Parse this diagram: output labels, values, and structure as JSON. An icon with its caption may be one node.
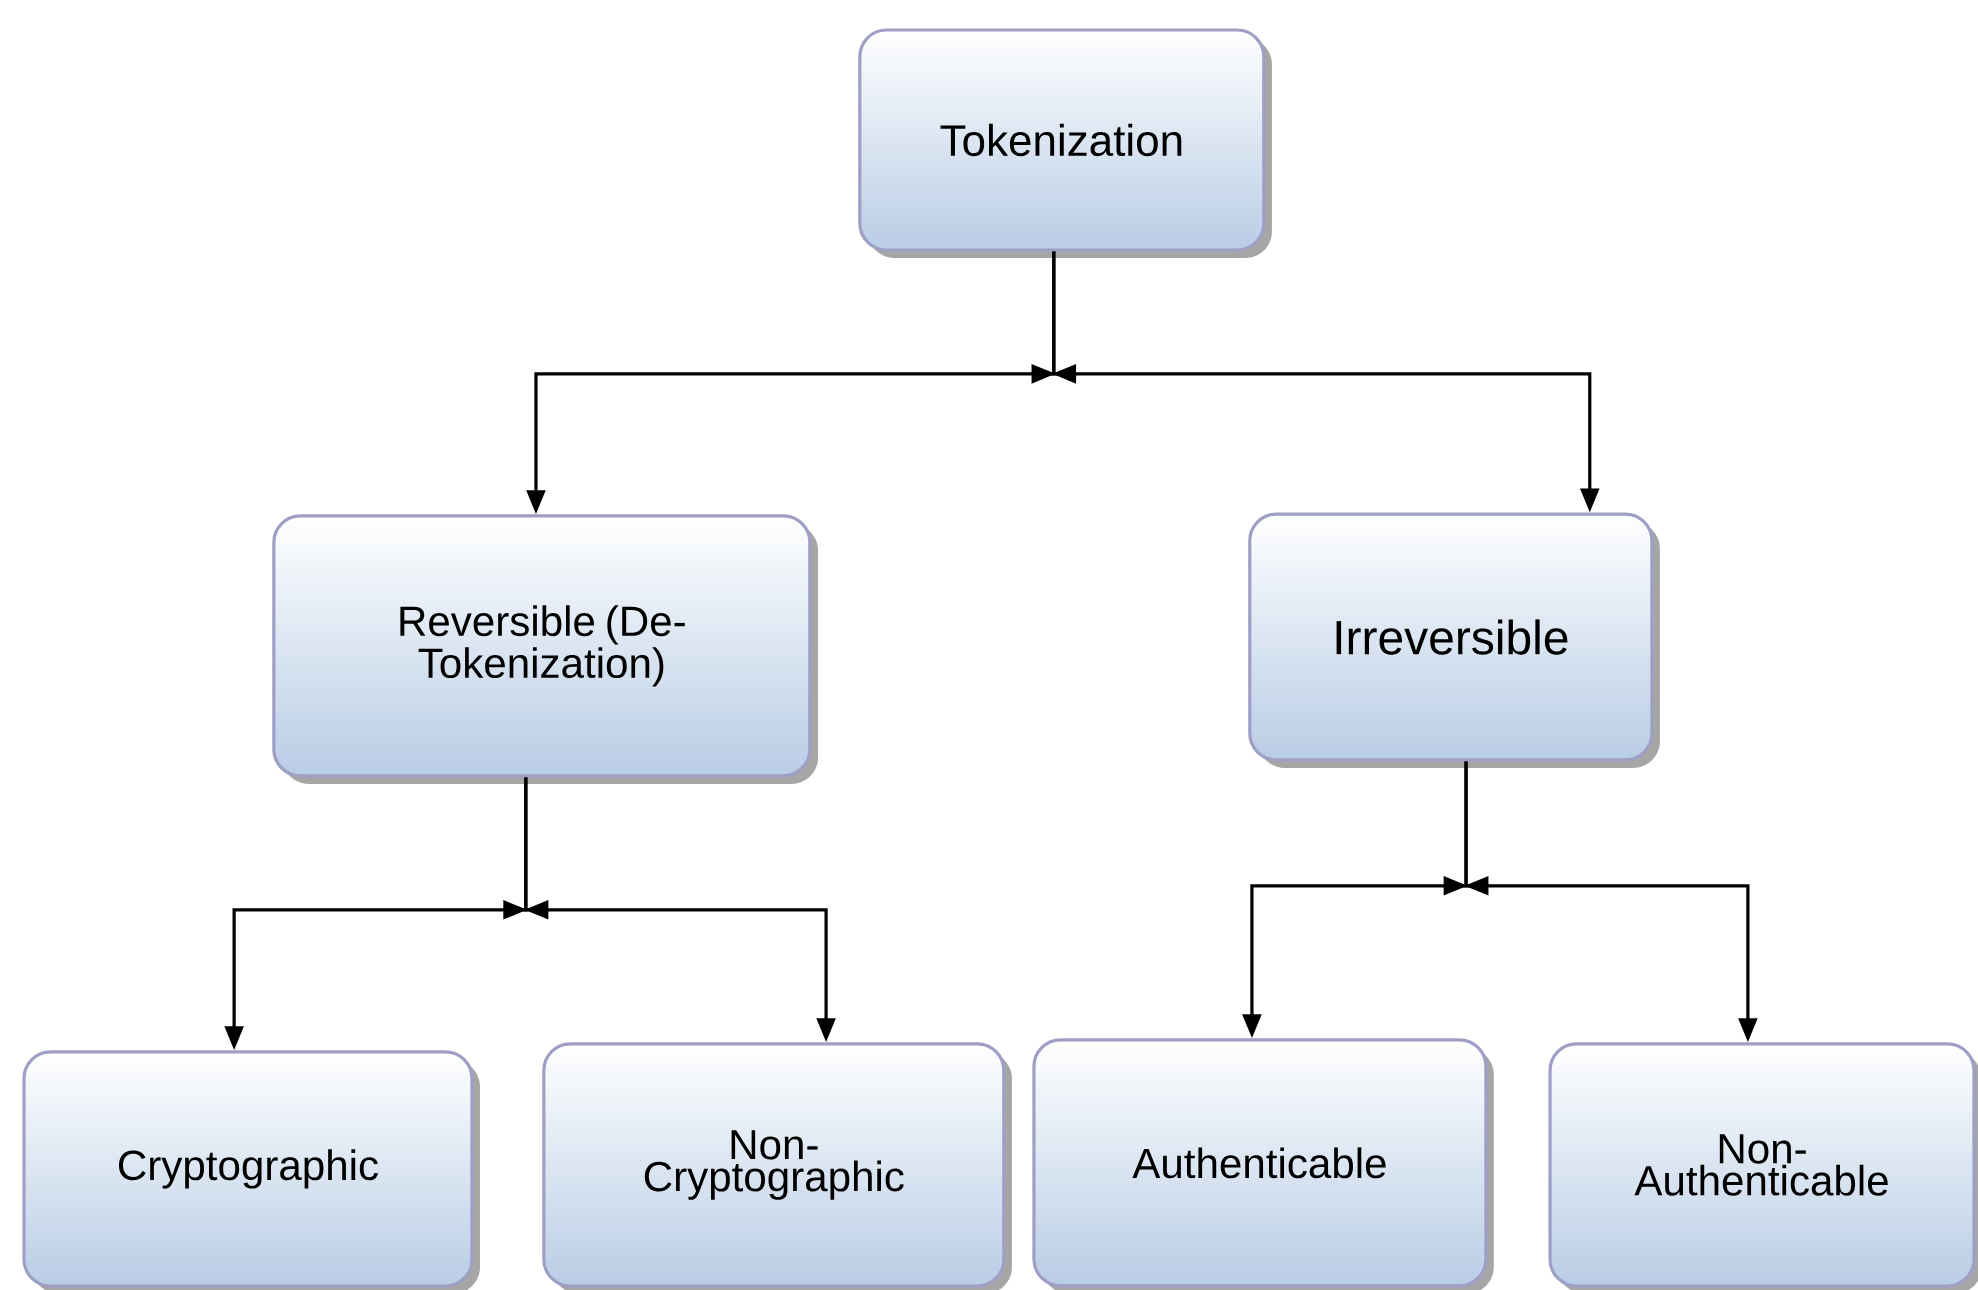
{
  "diagram": {
    "nodes": [
      {
        "text": [
          "Tokenization"
        ]
      },
      {
        "text": [
          "Reversible (De-Tokenization)"
        ]
      },
      {
        "text": [
          "Irreversible"
        ]
      },
      {
        "text": [
          "Cryptographic"
        ]
      },
      {
        "text": [
          "Non-Cryptographic"
        ]
      },
      {
        "text": [
          "Authenticable"
        ]
      },
      {
        "text": [
          "Non-Authenticable"
        ]
      }
    ],
    "edges": [
      {
        "from": 0,
        "to": 1,
        "arrow": "to"
      },
      {
        "from": 0,
        "to": 2,
        "arrow": "to"
      },
      {
        "from": 1,
        "to": 3,
        "arrow": "to"
      },
      {
        "from": 1,
        "to": 4,
        "arrow": "to"
      },
      {
        "from": 2,
        "to": 5,
        "arrow": "to"
      },
      {
        "from": 2,
        "to": 6,
        "arrow": "to"
      }
    ]
  }
}
